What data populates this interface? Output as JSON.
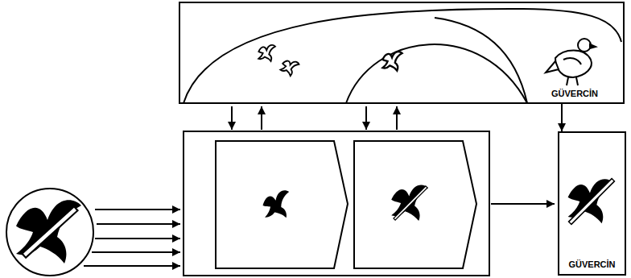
{
  "diagram": {
    "nodes": [
      {
        "text": [
          "GÜVERCİN"
        ]
      },
      {
        "text": [
          "GÜVERCİN"
        ]
      }
    ],
    "edges": [
      {
        "from": 0,
        "to": 1,
        "arrow": "to"
      }
    ]
  }
}
